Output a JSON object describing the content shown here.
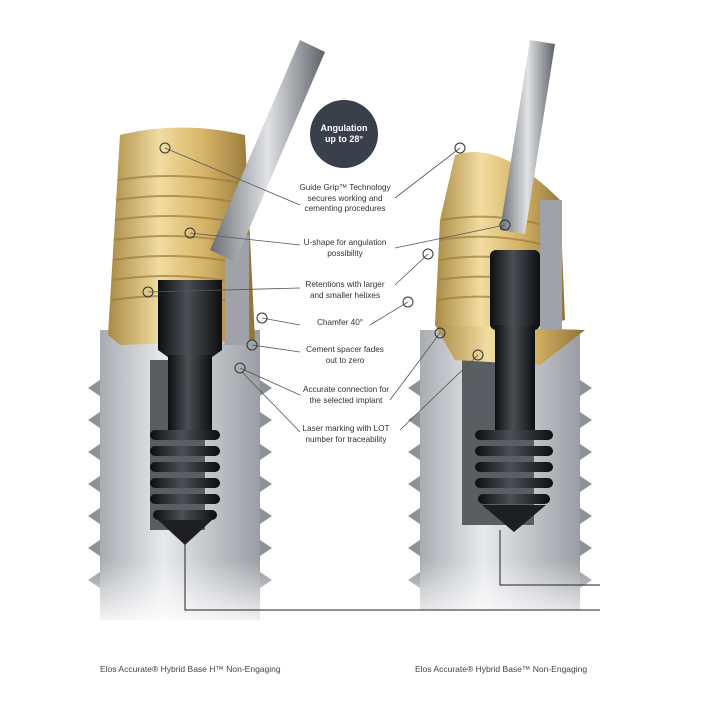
{
  "badge": {
    "text": "Angulation\nup to 28°"
  },
  "callouts": [
    {
      "text": "Guide Grip™ Technology\nsecures working and\ncementing procedures"
    },
    {
      "text": "U-shape for angulation\npossibility"
    },
    {
      "text": "Retentions with larger\nand smaller helixes"
    },
    {
      "text": "Chamfer 40°"
    },
    {
      "text": "Cement spacer fades\nout to zero"
    },
    {
      "text": "Accurate connection for\nthe selected implant"
    },
    {
      "text": "Laser marking with LOT\nnumber for traceability"
    }
  ],
  "captions": {
    "left": "Elos Accurate® Hybrid Base H™ Non-Engaging",
    "right": "Elos Accurate® Hybrid Base™ Non-Engaging"
  },
  "colors": {
    "gold": "#d9b96a",
    "implant_gray": "#c9ccd0",
    "screw_dark": "#1e1f22",
    "badge": "#3a3f4c"
  }
}
